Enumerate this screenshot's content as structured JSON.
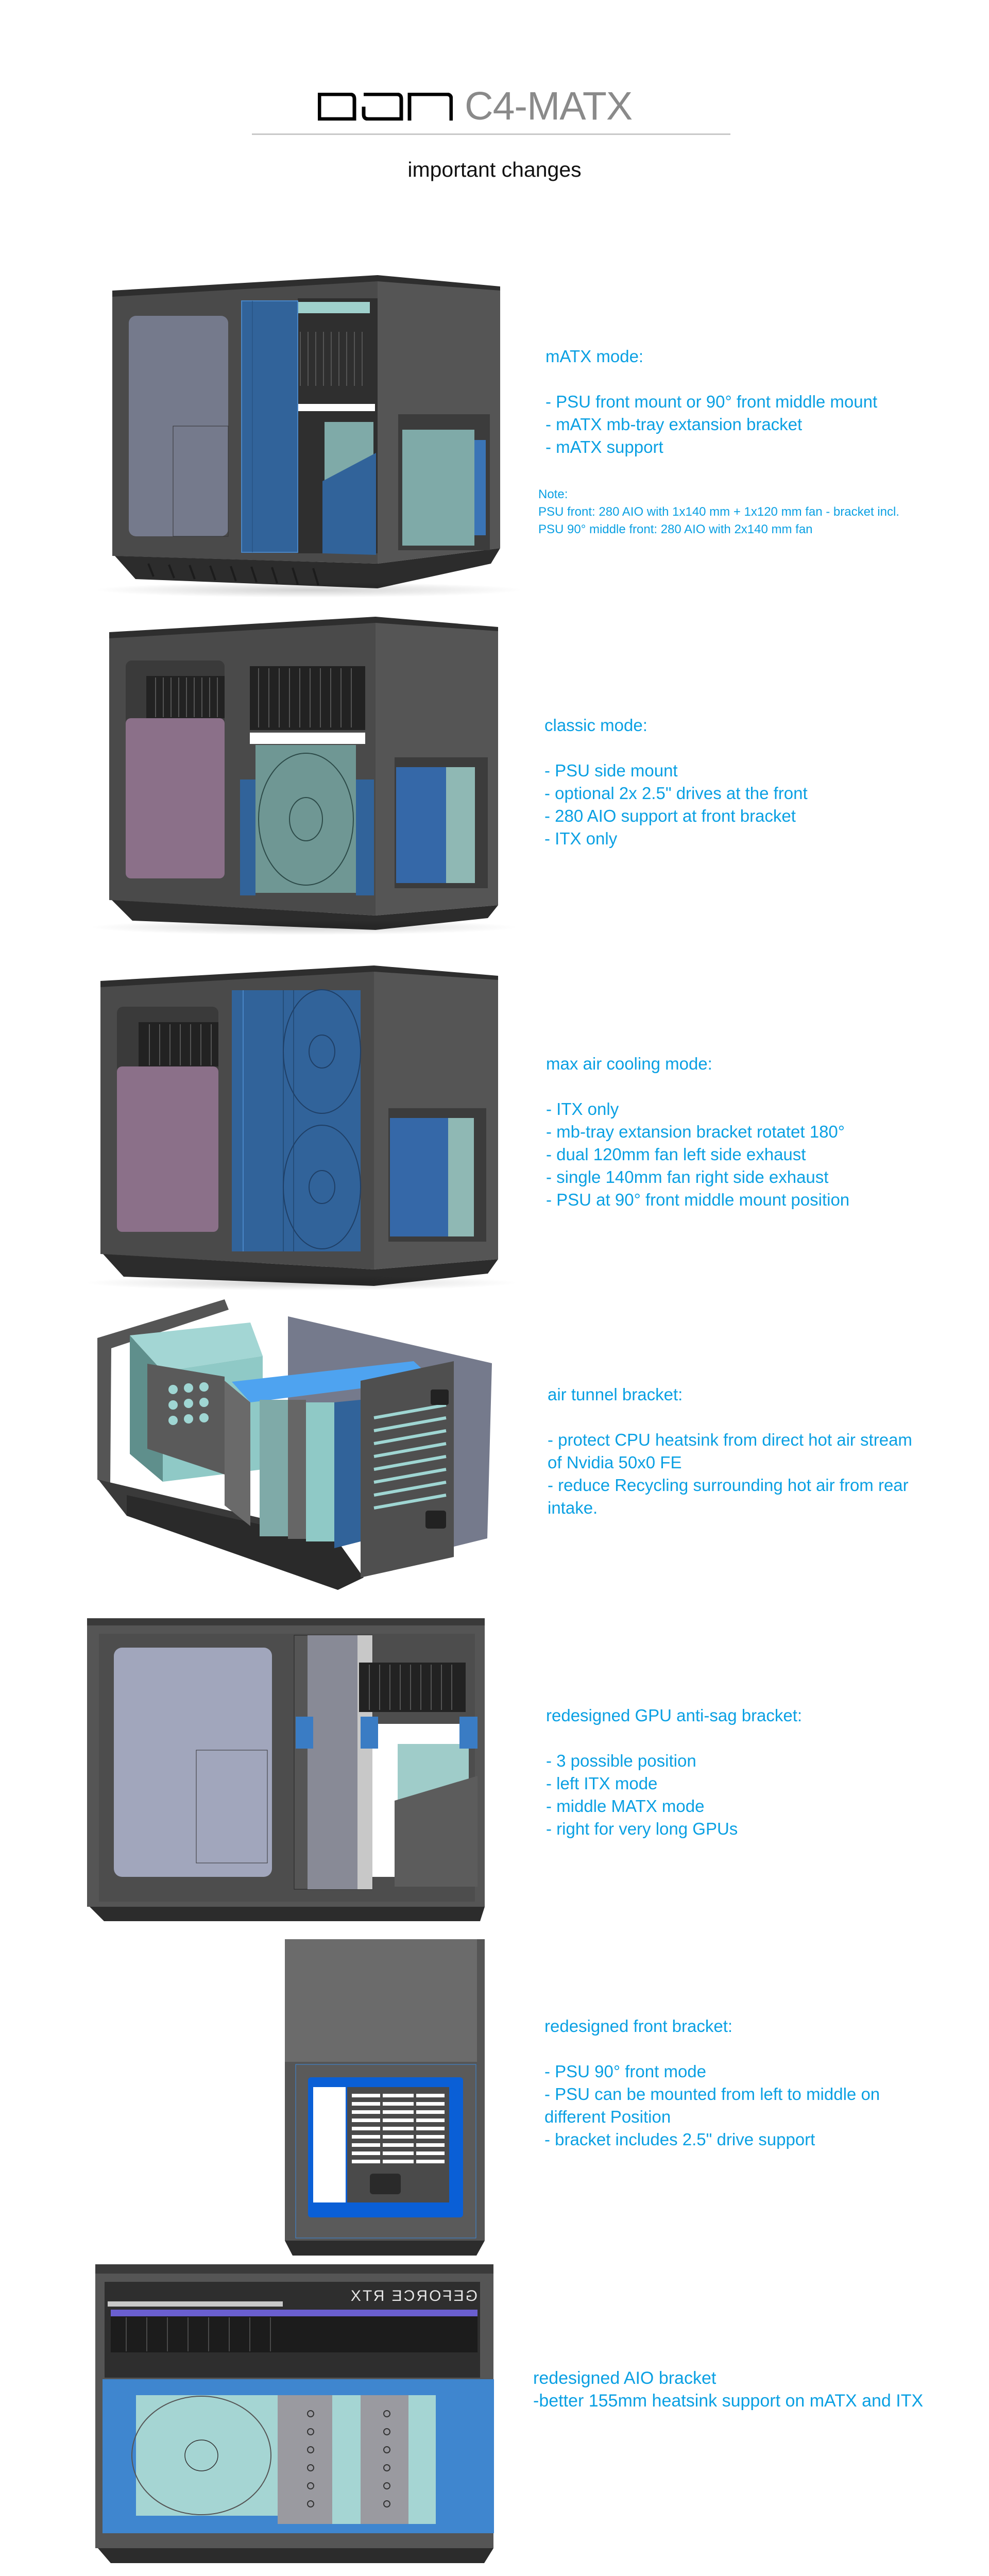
{
  "header": {
    "logo_text": "DAN",
    "model": "C4-MATX",
    "subtitle": "important changes"
  },
  "colors": {
    "accent_text": "#0aa0e3",
    "case_body": "#4a4a4a",
    "bracket_blue": "#31639a",
    "window_lavender": "#757a8c",
    "panel_purple": "#8b7089",
    "part_teal": "#7faaa8"
  },
  "sections": [
    {
      "heading": "mATX mode:",
      "lines": [
        "- PSU front mount or 90° front middle mount",
        "- mATX mb-tray extansion bracket",
        "- mATX support"
      ],
      "note": {
        "label": "Note:",
        "lines": [
          "PSU front: 280 AIO with 1x140 mm + 1x120 mm fan - bracket incl.",
          "PSU 90° middle front: 280 AIO with 2x140 mm fan"
        ]
      }
    },
    {
      "heading": "classic mode:",
      "lines": [
        "- PSU side mount",
        "- optional 2x 2.5\" drives at the front",
        "- 280 AIO support at front bracket",
        "- ITX only"
      ]
    },
    {
      "heading": "max air cooling mode:",
      "lines": [
        "- ITX only",
        "- mb-tray extansion bracket rotatet 180°",
        "- dual 120mm fan left side exhaust",
        "- single 140mm fan right side exhaust",
        "- PSU at 90° front middle mount position"
      ]
    },
    {
      "heading": "air tunnel bracket:",
      "lines": [
        "- protect CPU heatsink from direct hot air stream",
        "of  Nvidia 50x0 FE",
        "- reduce Recycling surrounding hot air from rear",
        "intake."
      ]
    },
    {
      "heading": "redesigned GPU anti-sag bracket:",
      "lines": [
        "- 3 possible position",
        "- left ITX mode",
        "- middle MATX mode",
        "- right for very long GPUs"
      ]
    },
    {
      "heading": "redesigned front bracket:",
      "lines": [
        "- PSU 90° front mode",
        "- PSU can be mounted from left to middle on",
        "different Position",
        "- bracket includes 2.5\" drive support"
      ]
    },
    {
      "heading": "redesigned AIO bracket",
      "lines": [
        "-better 155mm heatsink support on mATX and ITX"
      ],
      "gpu_branding": "GEFORCE RTX"
    }
  ]
}
